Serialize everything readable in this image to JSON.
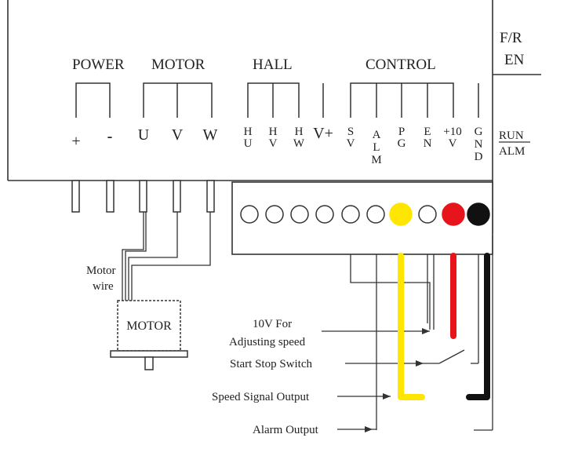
{
  "groups": {
    "power": "POWER",
    "motor": "MOTOR",
    "hall": "HALL",
    "control": "CONTROL",
    "fr": "F/R",
    "en": "EN"
  },
  "pins": {
    "plus": "+",
    "minus": "-",
    "u": "U",
    "v": "V",
    "w": "W",
    "hu": [
      "H",
      "U"
    ],
    "hv": [
      "H",
      "V"
    ],
    "hw": [
      "H",
      "W"
    ],
    "vplus": "V+",
    "sv": [
      "S",
      "V"
    ],
    "alm": [
      "A",
      "L",
      "M"
    ],
    "pg": [
      "P",
      "G"
    ],
    "en": [
      "E",
      "N"
    ],
    "p10v": [
      "+10",
      "V"
    ],
    "gnd": [
      "G",
      "N",
      "D"
    ],
    "run": "RUN",
    "alm_side": "ALM"
  },
  "motor_wire": [
    "Motor",
    "wire"
  ],
  "motor_label": "MOTOR",
  "annotations": {
    "adjust_1": "10V For",
    "adjust_2": "Adjusting speed",
    "start_stop": "Start Stop Switch",
    "speed_signal": "Speed Signal Output",
    "alarm": "Alarm Output"
  },
  "colors": {
    "yellow": "#ffe600",
    "red": "#e8141c",
    "black": "#111111",
    "line": "#333333"
  }
}
